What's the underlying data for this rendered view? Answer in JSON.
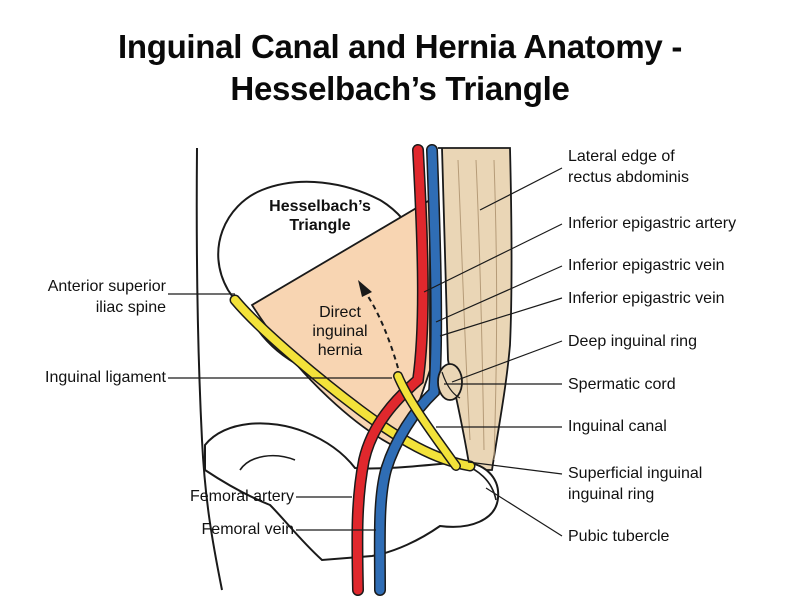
{
  "title": {
    "line1": "Inguinal Canal and Hernia Anatomy -",
    "line2": "Hesselbach’s Triangle"
  },
  "region": {
    "triangle_line1": "Hesselbach’s",
    "triangle_line2": "Triangle",
    "hernia_line1": "Direct",
    "hernia_line2": "inguinal",
    "hernia_line3": "hernia"
  },
  "labels_left": {
    "asis_line1": "Anterior superior",
    "asis_line2": "iliac spine",
    "inguinal_ligament": "Inguinal ligament",
    "femoral_artery": "Femoral artery",
    "femoral_vein": "Femoral vein"
  },
  "labels_right": {
    "rectus_line1": "Lateral edge of",
    "rectus_line2": "rectus abdominis",
    "epigastric_artery": "Inferior epigastric artery",
    "epigastric_vein_1": "Inferior epigastric vein",
    "epigastric_vein_2": "Inferior epigastric vein",
    "deep_ring": "Deep inguinal ring",
    "spermatic_cord": "Spermatic cord",
    "inguinal_canal": "Inguinal canal",
    "superficial_line1": "Superficial inguinal",
    "superficial_line2": "inguinal ring",
    "pubic_tubercle": "Pubic tubercle"
  },
  "colors": {
    "artery": "#e0282d",
    "vein": "#2f6db5",
    "ligament": "#f3e23a",
    "triangle_fill": "#f8d5b2",
    "muscle": "#ead6b6",
    "outline": "#1a1a1a"
  }
}
